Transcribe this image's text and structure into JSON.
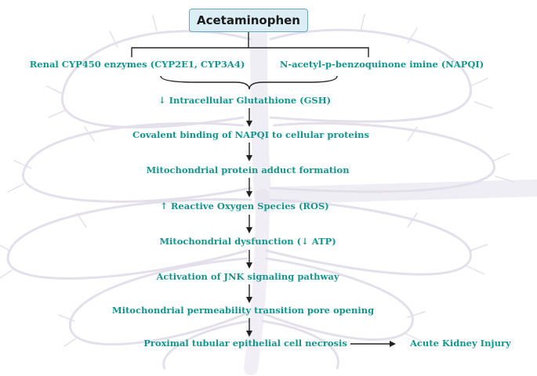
{
  "diagram": {
    "top_node": "Acetaminophen",
    "branches": [
      "Renal CYP450 enzymes (CYP2E1, CYP3A4)",
      "N-acetyl-p-benzoquinone imine (NAPQI)"
    ],
    "steps": [
      "↓ Intracellular Glutathione (GSH)",
      "Covalent binding of NAPQI to cellular proteins",
      "Mitochondrial protein adduct formation",
      "↑ Reactive Oxygen Species (ROS)",
      "Mitochondrial dysfunction (↓ ATP)",
      "Activation of JNK signaling pathway",
      "Mitochondrial permeability transition pore opening",
      "Proximal tubular epithelial cell necrosis"
    ],
    "outcome": "Acute Kidney Injury"
  },
  "colors": {
    "text_teal": "#14958f",
    "box_fill": "#dbeef6",
    "box_border": "#6aa8bb",
    "arrow": "#222222",
    "background_art": "#e3e0ec"
  }
}
